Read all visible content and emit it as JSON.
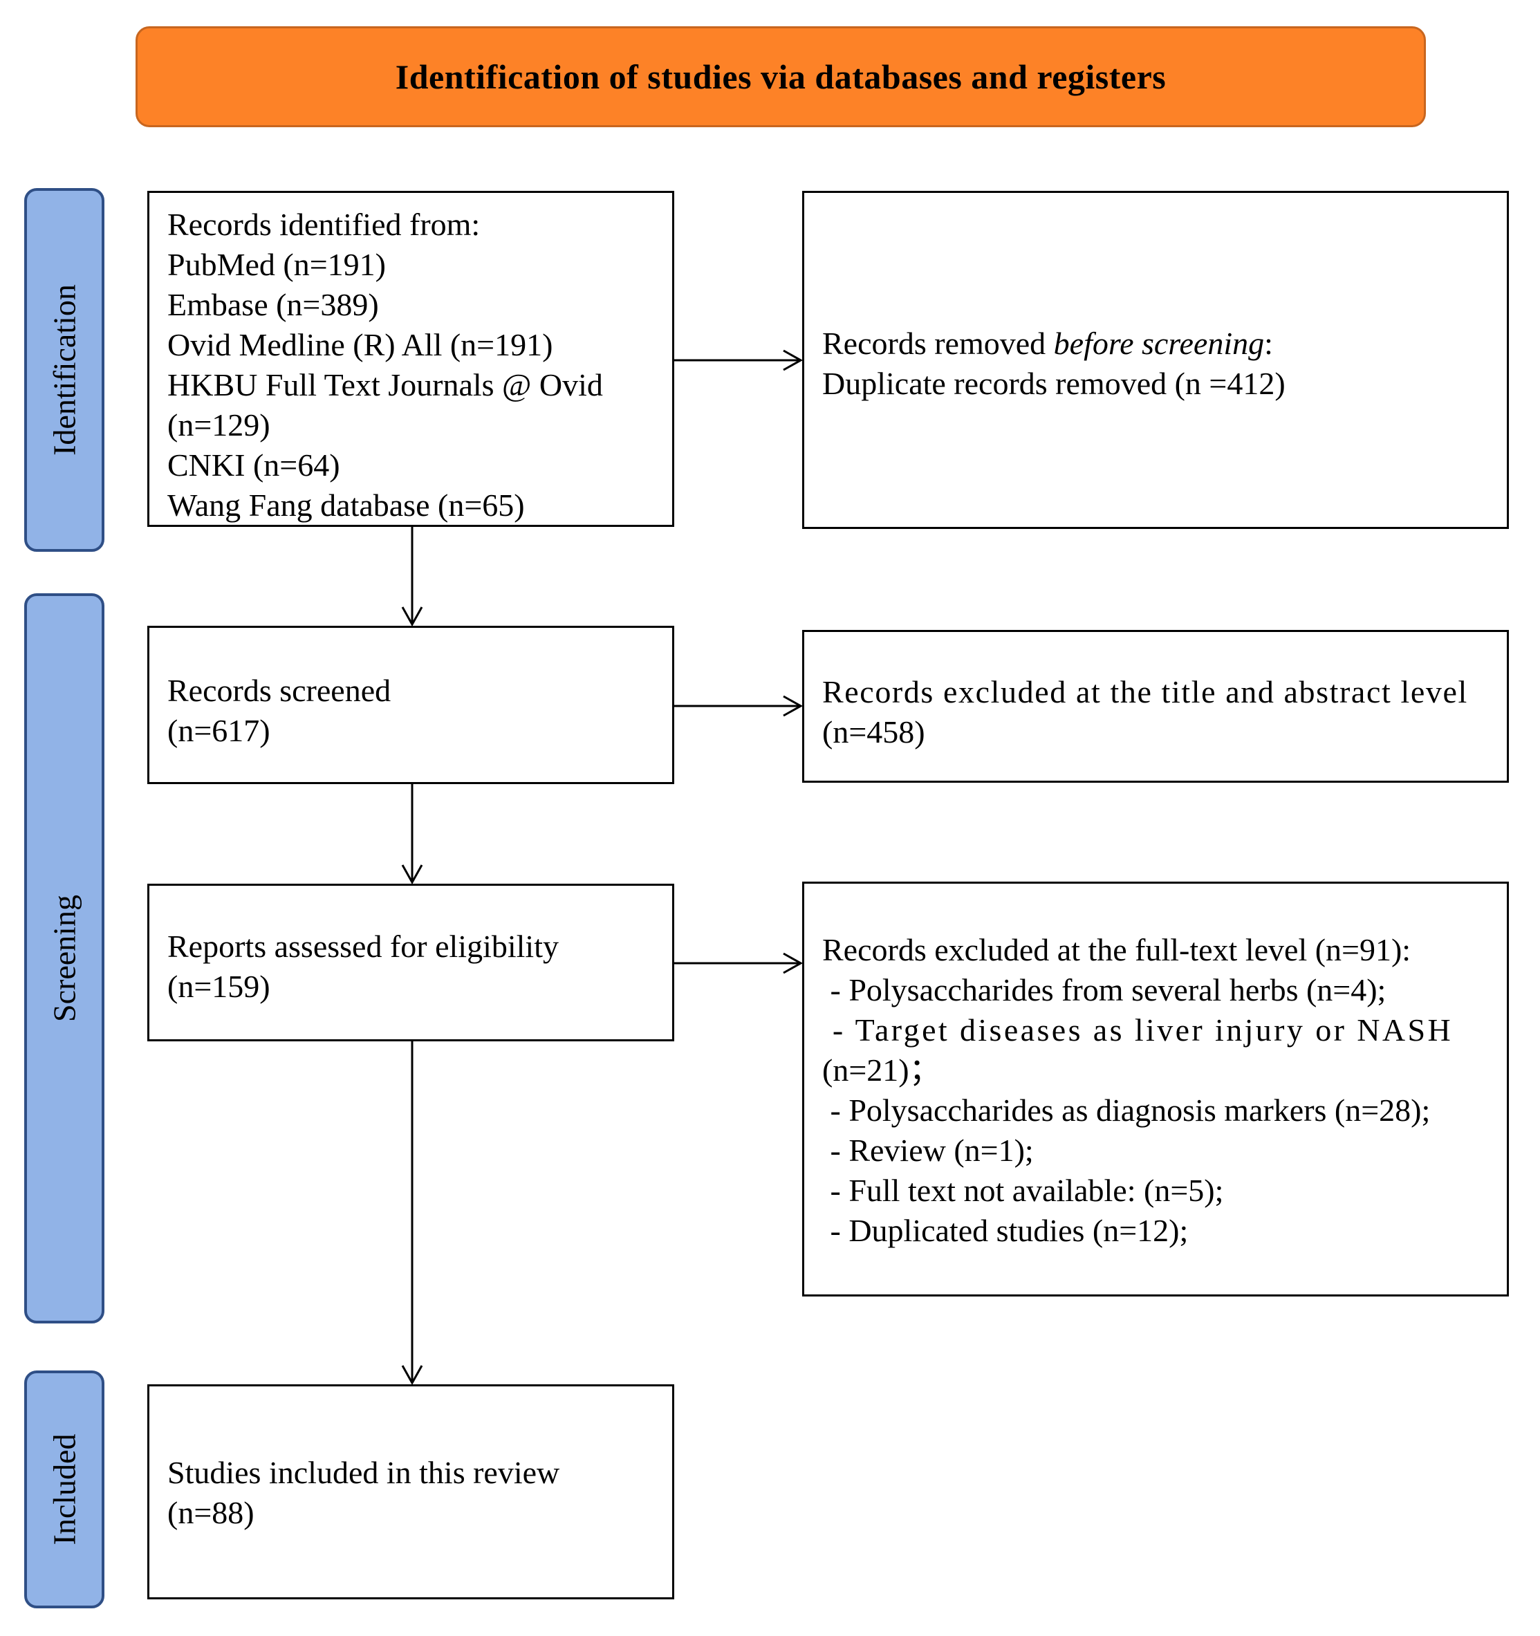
{
  "header": {
    "title": "Identification of studies via databases and registers"
  },
  "stages": {
    "identification": "Identification",
    "screening": "Screening",
    "included": "Included"
  },
  "boxes": {
    "identified": {
      "heading": "Records identified from:",
      "sources": [
        "PubMed (n=191)",
        "Embase (n=389)",
        "Ovid Medline (R) All (n=191)",
        "HKBU Full Text Journals @ Ovid",
        "(n=129)",
        "CNKI (n=64)",
        "Wang Fang database (n=65)"
      ]
    },
    "removed": {
      "label_prefix": "Records removed ",
      "label_emphasis": "before screening",
      "label_suffix": ":",
      "detail": "Duplicate records removed (n =412)"
    },
    "screened": {
      "label": "Records screened",
      "count": "(n=617)"
    },
    "excluded_title_abstract": {
      "label": "Records excluded at the title and abstract level",
      "count": "(n=458)"
    },
    "eligibility": {
      "label": "Reports assessed for eligibility",
      "count": "(n=159)"
    },
    "excluded_full_text": {
      "heading": "Records excluded at the full-text level (n=91):",
      "reasons": [
        " - Polysaccharides from several herbs (n=4);",
        " - Target diseases as liver injury or NASH",
        "(n=21)；",
        " - Polysaccharides as diagnosis markers (n=28);",
        " - Review (n=1);",
        " - Full text not available: (n=5);",
        " - Duplicated studies (n=12);"
      ]
    },
    "included": {
      "label": "Studies included in this review",
      "count": "(n=88)"
    }
  }
}
